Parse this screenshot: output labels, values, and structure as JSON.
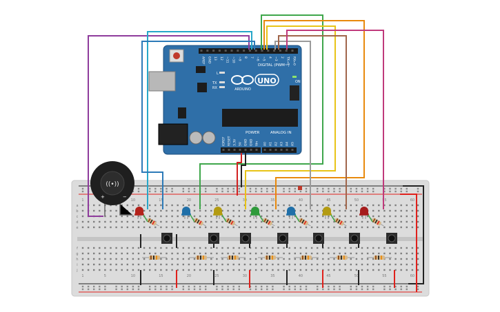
{
  "colors": {
    "board": "#2f6fa8",
    "board_edge": "#1d4f7f",
    "breadboard": "#d9d9d9",
    "rail_red": "#e0201b",
    "rail_black": "#222222",
    "wire_purple": "#8e3b9c",
    "wire_cyan": "#27a7c9",
    "wire_blue": "#2c7ab8",
    "wire_green": "#3ea64a",
    "wire_orange": "#e8890c",
    "wire_yellow": "#e8c316",
    "wire_gray": "#9a9a9a",
    "wire_brown": "#a0654a",
    "wire_magenta": "#c0397b",
    "wire_red": "#d22020",
    "wire_black": "#222222"
  },
  "arduino": {
    "model": "UNO",
    "brand": "ARDUINO",
    "digital_label": "DIGITAL (PWM~)",
    "power_label": "POWER",
    "analog_label": "ANALOG IN",
    "on_label": "ON",
    "l_label": "L",
    "tx_label": "TX",
    "rx_label": "RX",
    "top_pins": [
      "AREF",
      "GND",
      "13",
      "12",
      "~11",
      "~10",
      "~9",
      "8",
      "7",
      "~6",
      "~5",
      "4",
      "~3",
      "2",
      "TX→1",
      "RX←0"
    ],
    "power_pins": [
      "IOREF",
      "RESET",
      "3.3V",
      "5V",
      "GND",
      "GND",
      "Vin"
    ],
    "analog_pins": [
      "A0",
      "A1",
      "A2",
      "A3",
      "A4",
      "A5"
    ]
  },
  "breadboard": {
    "row_letters_top": [
      "a",
      "b",
      "c",
      "d",
      "e"
    ],
    "row_letters_bottom": [
      "f",
      "g",
      "h",
      "i",
      "j"
    ],
    "column_numbers": [
      "1",
      "5",
      "10",
      "15",
      "20",
      "25",
      "30",
      "35",
      "40",
      "45",
      "50",
      "55",
      "60"
    ]
  },
  "components": {
    "buzzer_symbol": "((•))",
    "leds": [
      {
        "name": "led-red-1",
        "color": "#b3221b"
      },
      {
        "name": "led-blue-1",
        "color": "#1f6fa8"
      },
      {
        "name": "led-yellow-1",
        "color": "#b39b12"
      },
      {
        "name": "led-green-1",
        "color": "#2e9a3b"
      },
      {
        "name": "led-blue-2",
        "color": "#1f6fa8"
      },
      {
        "name": "led-yellow-2",
        "color": "#b39b12"
      },
      {
        "name": "led-red-2",
        "color": "#a51c1c"
      }
    ],
    "button_count": 7
  }
}
